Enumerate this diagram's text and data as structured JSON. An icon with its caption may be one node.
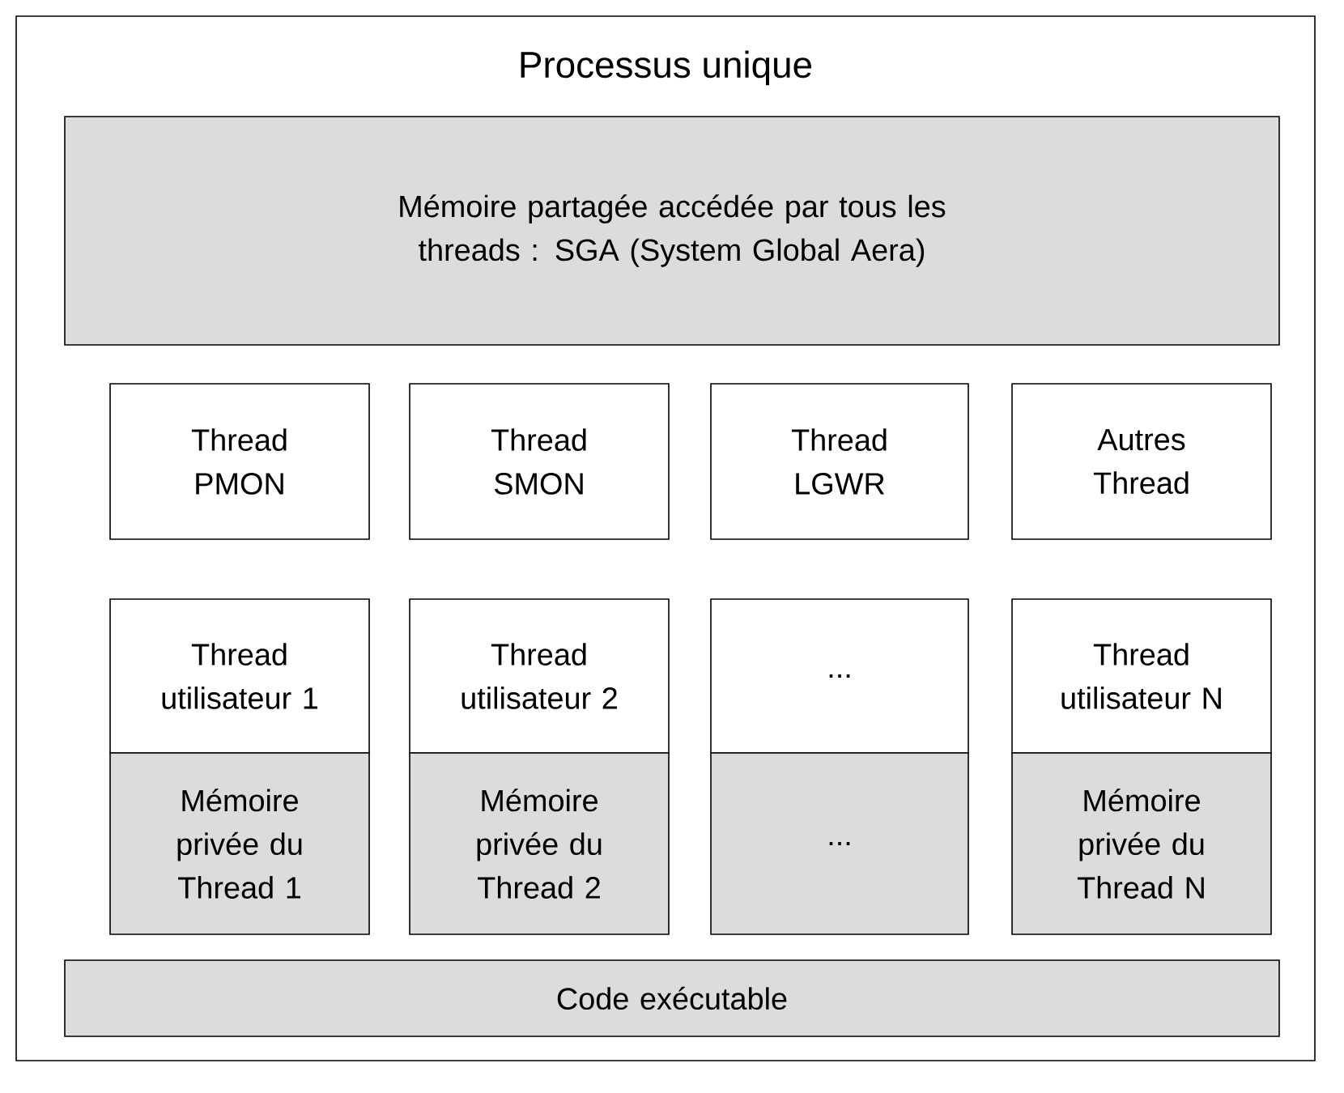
{
  "diagram": {
    "nodes": [
      {
        "text": [
          "Processus unique"
        ]
      },
      {
        "text": [
          "Mémoire partagée accédée par tous les threads : SGA (System Global Aera)"
        ],
        "in": 0
      },
      {
        "text": [
          "Thread PMON"
        ],
        "in": 0
      },
      {
        "text": [
          "Thread SMON"
        ],
        "in": 0
      },
      {
        "text": [
          "Thread LGWR"
        ],
        "in": 0
      },
      {
        "text": [
          "Autres Thread"
        ],
        "in": 0
      },
      {
        "text": [
          "Thread utilisateur 1"
        ],
        "in": 0
      },
      {
        "text": [
          "Thread utilisateur 2"
        ],
        "in": 0
      },
      {
        "text": [
          "..."
        ],
        "in": 0
      },
      {
        "text": [
          "Thread utilisateur N"
        ],
        "in": 0
      },
      {
        "text": [
          "Mémoire privée du Thread 1"
        ],
        "in": 0
      },
      {
        "text": [
          "Mémoire privée du Thread 2"
        ],
        "in": 0
      },
      {
        "text": [
          "..."
        ],
        "in": 0
      },
      {
        "text": [
          "Mémoire privée du Thread N"
        ],
        "in": 0
      },
      {
        "text": [
          "Code exécutable"
        ],
        "in": 0
      }
    ]
  }
}
